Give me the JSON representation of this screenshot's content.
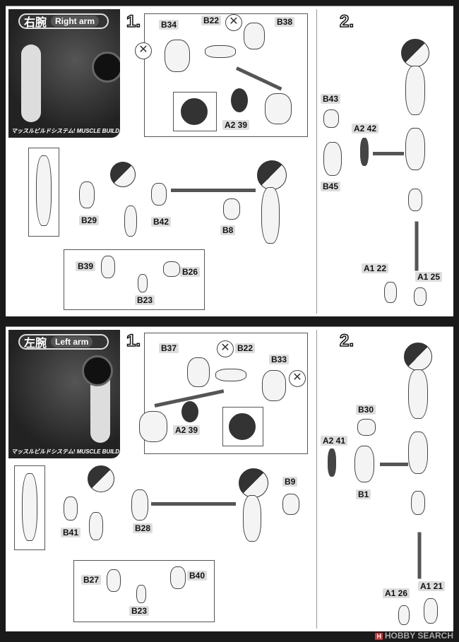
{
  "sections": [
    {
      "title_jp": "右腕",
      "title_en": "Right arm",
      "system": "マッスルビルドシステム! MUSCLE BUILD-UP SYSTEM!",
      "step1": "1.",
      "step2": "2.",
      "step1_parts": [
        "B34",
        "B22",
        "B38",
        "A2 39"
      ],
      "assembly_parts": [
        "B29",
        "B42",
        "B8",
        "B39",
        "B26",
        "B23"
      ],
      "step2_parts": [
        "B43",
        "A2 42",
        "B45",
        "A1 22",
        "A1 25"
      ]
    },
    {
      "title_jp": "左腕",
      "title_en": "Left arm",
      "system": "マッスルビルドシステム! MUSCLE BUILD-UP SYSTEM!",
      "step1": "1.",
      "step2": "2.",
      "step1_parts": [
        "B37",
        "B22",
        "B33",
        "A2 39"
      ],
      "assembly_parts": [
        "B41",
        "B28",
        "B9",
        "B27",
        "B40",
        "B23"
      ],
      "step2_parts": [
        "B30",
        "A2 41",
        "B1",
        "A1 26",
        "A1 21"
      ]
    }
  ],
  "watermark": {
    "logo": "H",
    "text": "HOBBY SEARCH"
  }
}
